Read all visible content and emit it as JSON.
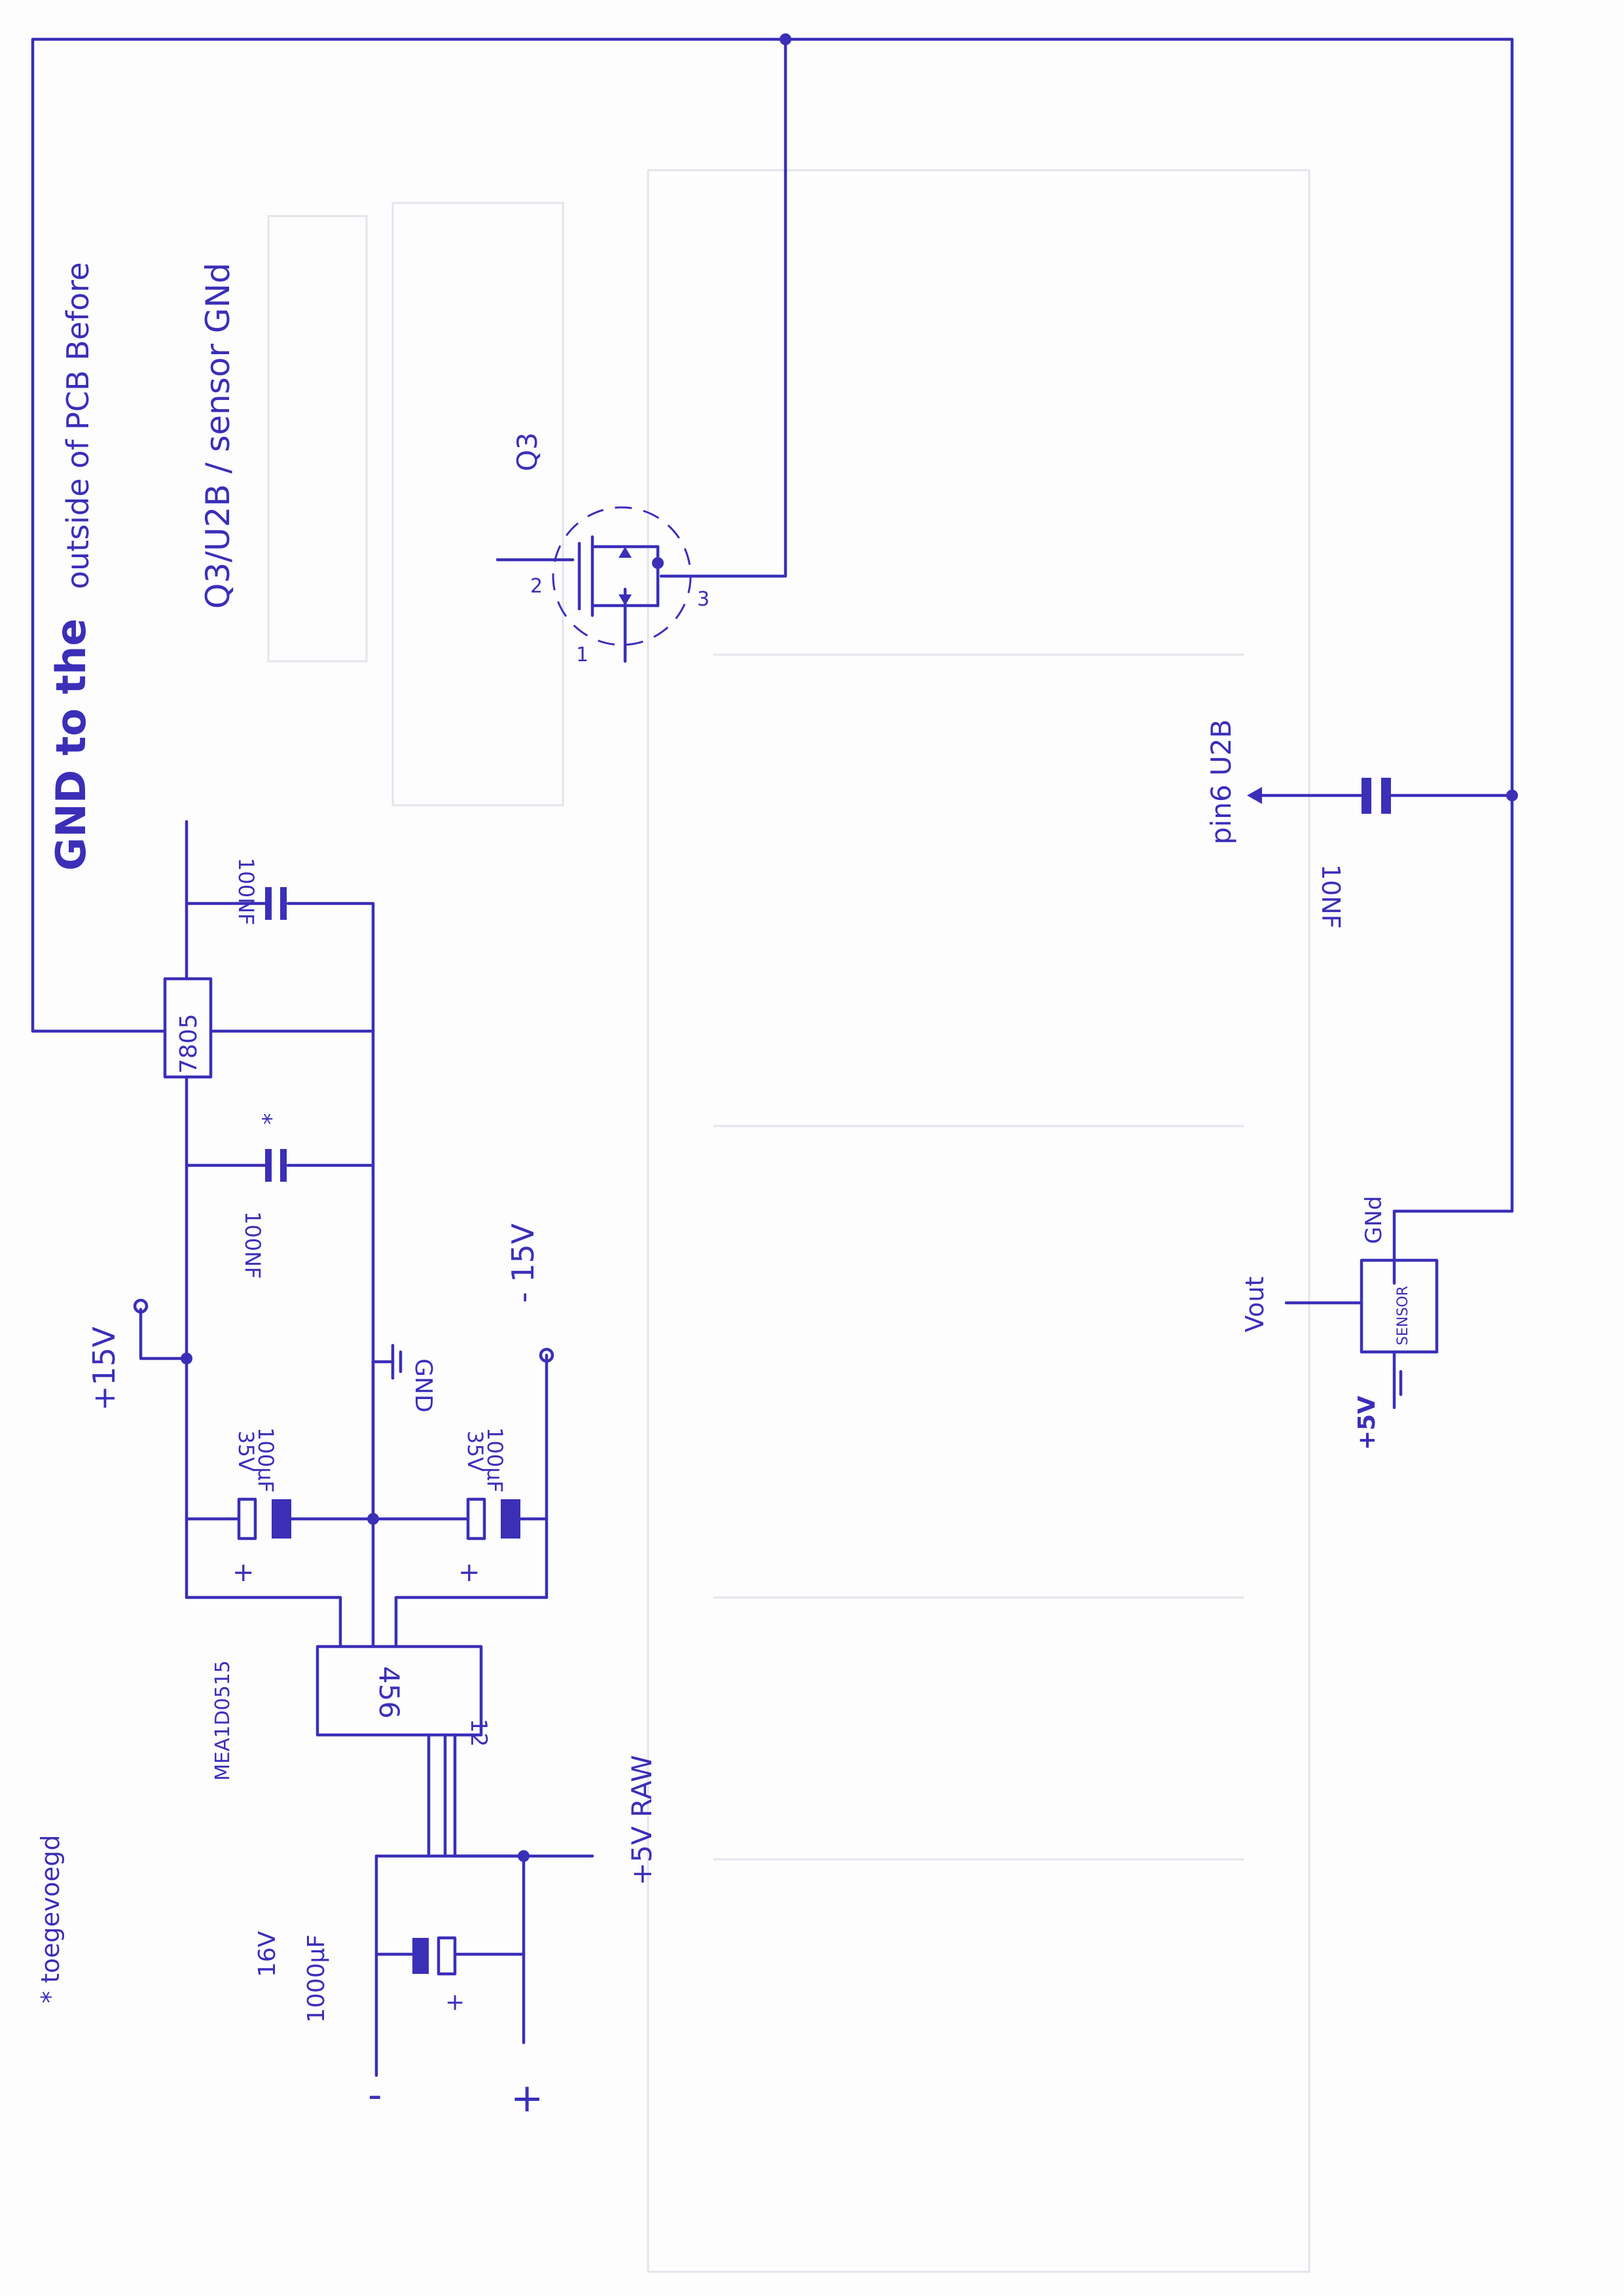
{
  "colors": {
    "ink": "#3b2fb8",
    "paper": "#fdfdfe",
    "ghost": "#e4e4ec"
  },
  "notes": {
    "gnd_to_the": "GND to the",
    "outside_pcb": "outside of PCB Before",
    "q3_u2b": "Q3/U2B / sensor GNd",
    "footnote": "* toegevoegd"
  },
  "components": {
    "q3_label": "Q3",
    "q3_pin1": "1",
    "q3_pin2": "2",
    "q3_pin3": "3",
    "regulator": "7805",
    "cap_top": "100NF",
    "cap_mid": "100NF",
    "cap_mid_star": "*",
    "cap_10nf": "10NF",
    "pin6": "pin6 U2B",
    "cap_left_value": "100µF",
    "cap_left_voltage": "35V",
    "cap_right_value": "100µF",
    "cap_right_voltage": "35V",
    "plus_left": "+",
    "plus_right": "+",
    "dcdc_pins_left": "12",
    "dcdc_pins_right": "456",
    "dcdc_name": "MEA1D0515",
    "cap_bottom_voltage": "16V",
    "cap_bottom_value": "1000µF",
    "plus_bottom": "+",
    "batt_minus": "-",
    "batt_plus": "+",
    "plus15": "+15V",
    "minus15": "- 15V",
    "gnd": "GND",
    "raw5v": "+5V RAW",
    "vout": "Vout",
    "sensor": "SENSOR",
    "sensor_gnd": "GNd",
    "sensor_5v": "+5V"
  }
}
